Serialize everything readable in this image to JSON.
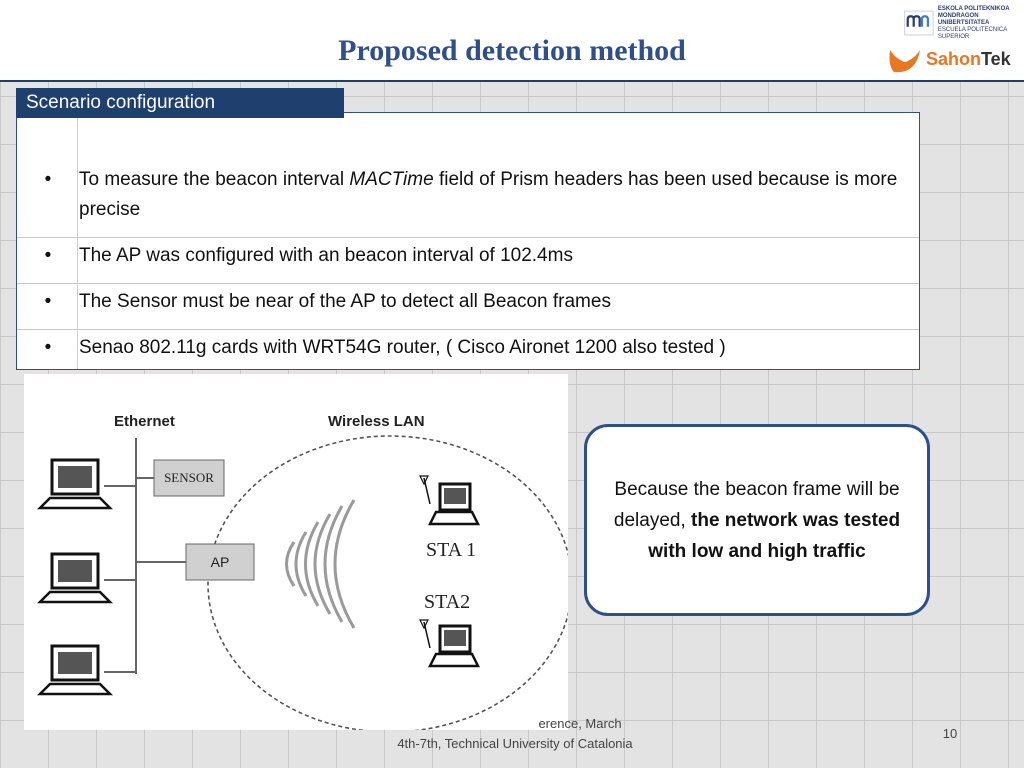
{
  "header": {
    "title": "Proposed detection method",
    "logo_primary_text": [
      "ESKOLA POLITEKNIKOA",
      "MONDRAGON UNIBERTSITATEA",
      "ESCUELA POLITECNICA SUPERIOR"
    ],
    "logo_secondary_text": {
      "part1": "Sahon",
      "part2": "Tek"
    }
  },
  "section": {
    "tab_label": "Scenario configuration",
    "bullets": [
      {
        "symbol": "•",
        "before": "To measure the beacon interval ",
        "emph": "MACTime",
        "after": " field of Prism headers has been used because is more precise"
      },
      {
        "symbol": "•",
        "text": "The AP was configured with an beacon interval of 102.4ms"
      },
      {
        "symbol": "•",
        "text": "The Sensor must be near of the AP to detect all Beacon frames"
      },
      {
        "symbol": "•",
        "text": "Senao 802.11g cards with WRT54G router, ( Cisco Aironet 1200 also tested )"
      }
    ]
  },
  "diagram": {
    "ethernet_label": "Ethernet",
    "wireless_label": "Wireless  LAN",
    "sensor_label": "SENSOR",
    "ap_label": "AP",
    "sta1_label": "STA 1",
    "sta2_label": "STA2"
  },
  "callout": {
    "normal": "Because the beacon frame will be delayed, ",
    "bold": "the network was tested with low and high traffic"
  },
  "footer": {
    "line1": "erence, March",
    "line2": "4th-7th, Technical University of Catalonia",
    "page_number": "10"
  },
  "colors": {
    "accent": "#1f3f6e",
    "title": "#2e4f8a",
    "logo_orange": "#e87722"
  }
}
